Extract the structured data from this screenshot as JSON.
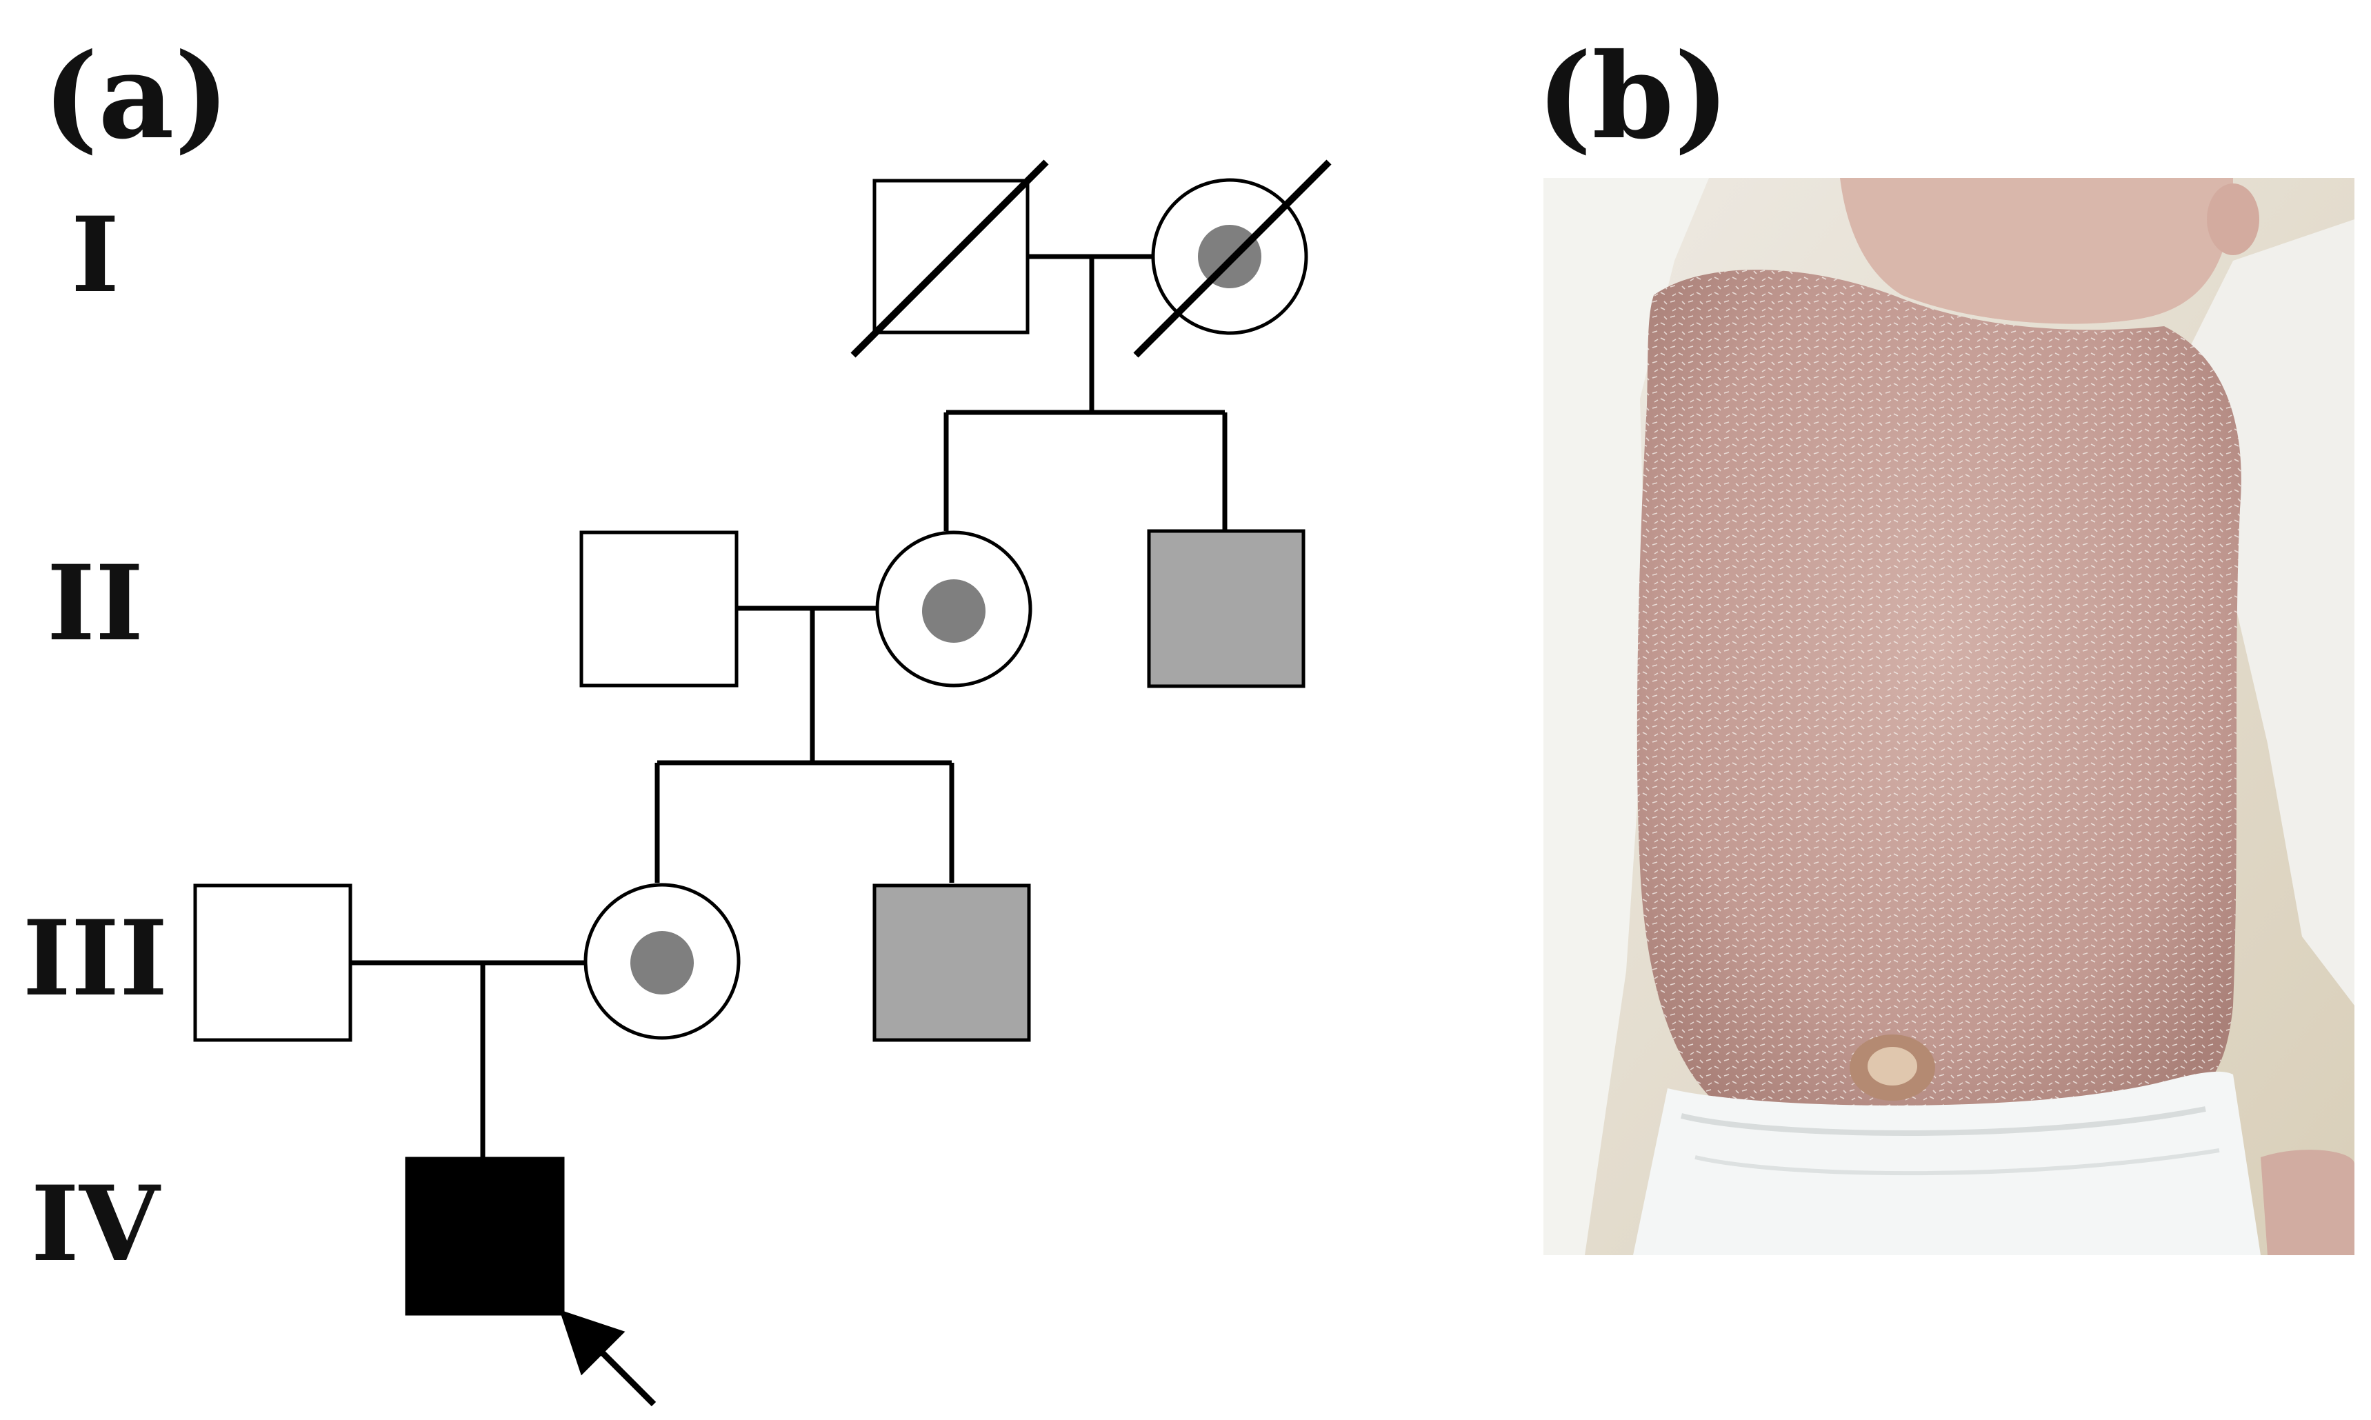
{
  "panels": {
    "a_label": "(a)",
    "b_label": "(b)"
  },
  "pedigree": {
    "generations": [
      "I",
      "II",
      "III",
      "IV"
    ],
    "individuals": [
      {
        "id": "I-1",
        "sex": "male",
        "status": "deceased",
        "affected": false,
        "carrier": false
      },
      {
        "id": "I-2",
        "sex": "female",
        "status": "deceased",
        "affected": false,
        "carrier": true
      },
      {
        "id": "II-1",
        "sex": "male",
        "affected": false,
        "carrier": false
      },
      {
        "id": "II-2",
        "sex": "female",
        "affected": false,
        "carrier": true
      },
      {
        "id": "II-3",
        "sex": "male",
        "affected": true,
        "shade": "grey"
      },
      {
        "id": "III-1",
        "sex": "male",
        "affected": false,
        "carrier": false
      },
      {
        "id": "III-2",
        "sex": "female",
        "affected": false,
        "carrier": true
      },
      {
        "id": "III-3",
        "sex": "male",
        "affected": true,
        "shade": "grey"
      },
      {
        "id": "IV-1",
        "sex": "male",
        "affected": true,
        "shade": "black",
        "proband": true
      }
    ],
    "colors": {
      "line": "#000000",
      "carrier_dot": "#7f7f7f",
      "affected_grey": "#a6a6a6",
      "proband_fill": "#000000"
    }
  },
  "photo": {
    "subject": "infant trunk with fine white scaling of the skin",
    "colors": {
      "skin": "#c9a49c",
      "scale": "#efe6e2",
      "clothing": "#f2f2ee",
      "background": "#e4dccb"
    }
  }
}
